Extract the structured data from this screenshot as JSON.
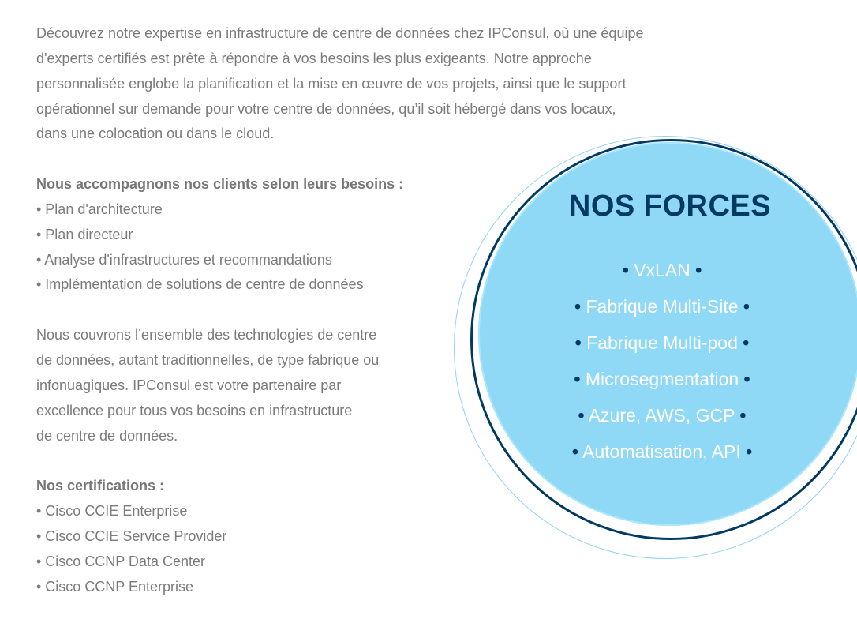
{
  "intro": {
    "lines": [
      "Découvrez notre expertise en infrastructure de centre de données chez IPConsul, où une équipe",
      "d'experts certifiés est prête à répondre à vos besoins les plus exigeants.  Notre approche",
      "personnalisée englobe la planification et la mise en œuvre de vos projets, ainsi que le support",
      "opérationnel sur demande pour votre centre de données, qu’il soit hébergé dans vos locaux,",
      "dans une colocation ou dans le cloud."
    ]
  },
  "services": {
    "heading": "Nous accompagnons nos clients selon leurs besoins :",
    "items": [
      "• Plan d'architecture",
      "• Plan directeur",
      "• Analyse d'infrastructures et recommandations",
      "• Implémentation de solutions de centre de données"
    ]
  },
  "coverage": {
    "lines": [
      "Nous couvrons l’ensemble des technologies de centre",
      "de données, autant traditionnelles, de type fabrique ou",
      "infonuagiques.  IPConsul est votre partenaire par",
      "excellence pour tous vos besoins en infrastructure",
      "de centre de données."
    ]
  },
  "certifications": {
    "heading": "Nos certifications :",
    "items": [
      "• Cisco CCIE Enterprise",
      "• Cisco CCIE Service Provider",
      "• Cisco CCNP Data Center",
      "• Cisco CCNP Enterprise"
    ]
  },
  "strengths": {
    "title": "NOS FORCES",
    "bullet": "•",
    "items": [
      "VxLAN",
      "Fabrique Multi-Site",
      "Fabrique Multi-pod",
      "Microsegmentation",
      "Azure, AWS, GCP",
      "Automatisation, API"
    ]
  },
  "colors": {
    "text": "#7b7b7b",
    "navy": "#003a63",
    "circle_fill": "#8fd8f6",
    "ring_light": "#8fd3f0"
  }
}
